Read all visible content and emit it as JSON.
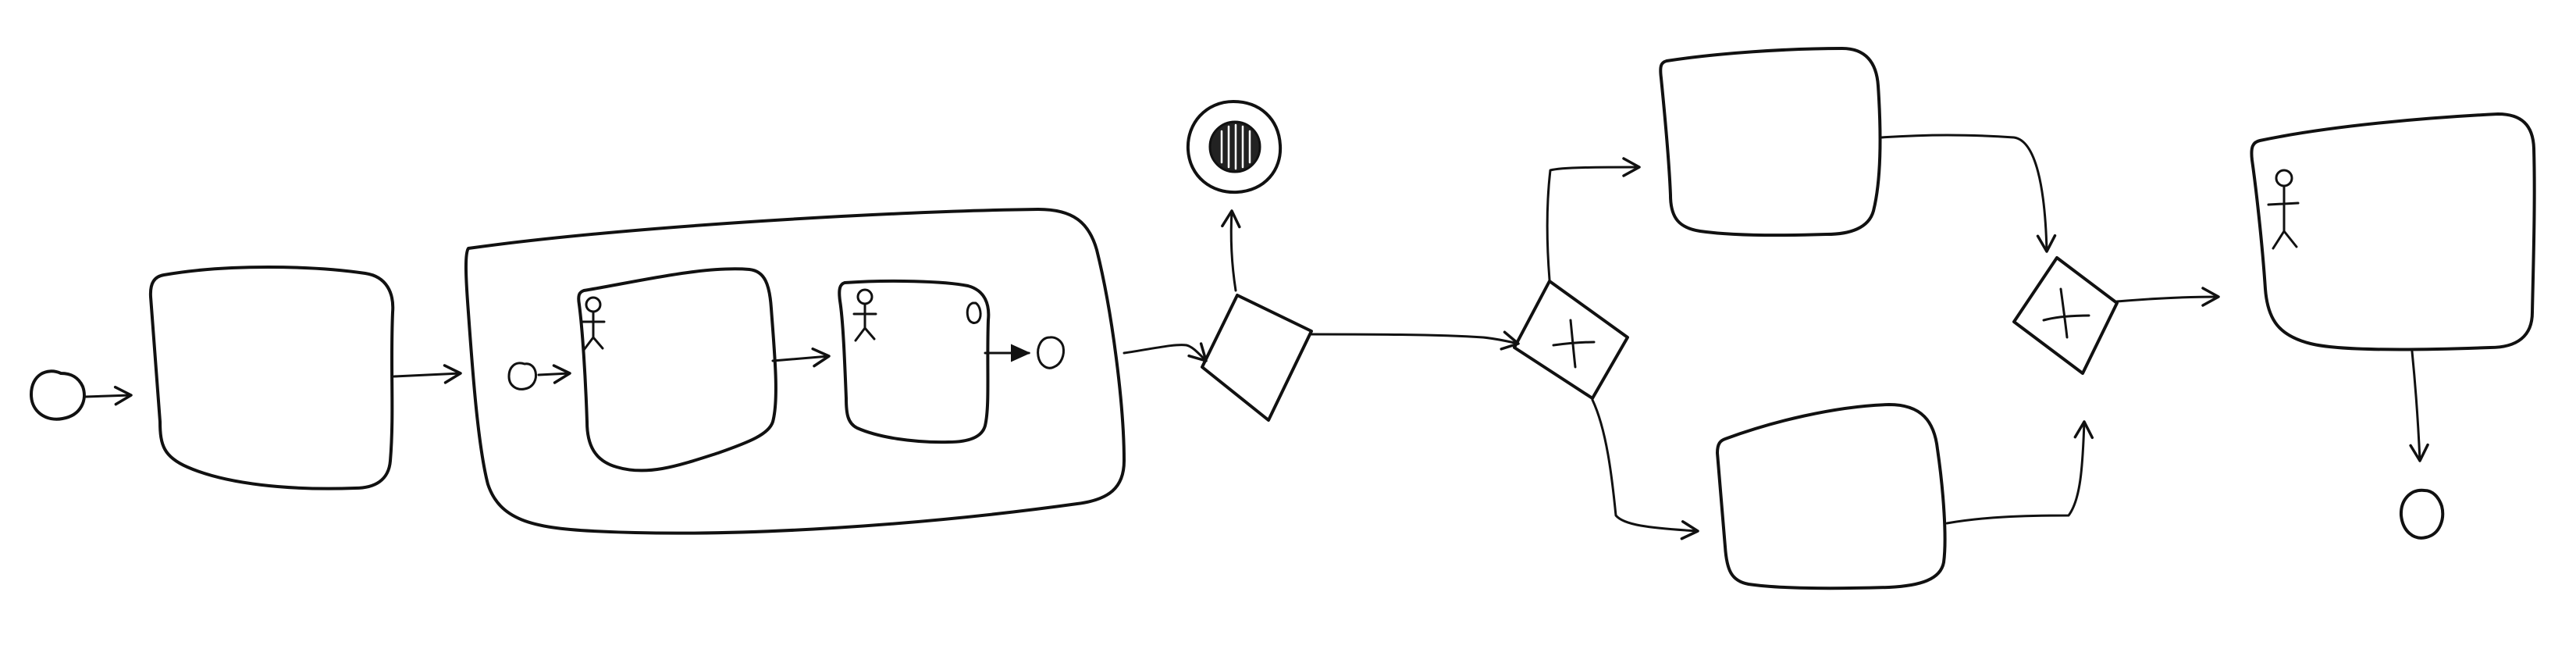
{
  "diagram": {
    "kind": "hand-drawn process flow (BPMN-style sketch)",
    "ink_color": "#111111",
    "background_color": "#ffffff",
    "nodes": [
      {
        "id": "start-event-1",
        "type": "start-event"
      },
      {
        "id": "task-1",
        "type": "task"
      },
      {
        "id": "subprocess",
        "type": "subprocess",
        "children": [
          "sub-start-event",
          "user-task-1",
          "user-task-2",
          "sub-end-event"
        ]
      },
      {
        "id": "user-task-1",
        "type": "user-task",
        "icon": "person-icon"
      },
      {
        "id": "user-task-2",
        "type": "user-task",
        "icon": "person-icon"
      },
      {
        "id": "exclusive-gateway",
        "type": "gateway"
      },
      {
        "id": "terminate-end-event",
        "type": "end-event"
      },
      {
        "id": "parallel-gateway-split",
        "type": "parallel-gateway",
        "marker": "+"
      },
      {
        "id": "task-upper-branch",
        "type": "task"
      },
      {
        "id": "task-lower-branch",
        "type": "task"
      },
      {
        "id": "parallel-gateway-join",
        "type": "parallel-gateway",
        "marker": "+"
      },
      {
        "id": "user-task-3",
        "type": "user-task",
        "icon": "person-icon"
      },
      {
        "id": "end-event",
        "type": "end-event"
      }
    ],
    "edges": [
      [
        "start-event-1",
        "task-1"
      ],
      [
        "task-1",
        "subprocess"
      ],
      [
        "sub-start-event",
        "user-task-1"
      ],
      [
        "user-task-1",
        "user-task-2"
      ],
      [
        "user-task-2",
        "sub-end-event"
      ],
      [
        "subprocess",
        "exclusive-gateway"
      ],
      [
        "exclusive-gateway",
        "terminate-end-event"
      ],
      [
        "exclusive-gateway",
        "parallel-gateway-split"
      ],
      [
        "parallel-gateway-split",
        "task-upper-branch"
      ],
      [
        "parallel-gateway-split",
        "task-lower-branch"
      ],
      [
        "task-upper-branch",
        "parallel-gateway-join"
      ],
      [
        "task-lower-branch",
        "parallel-gateway-join"
      ],
      [
        "parallel-gateway-join",
        "user-task-3"
      ],
      [
        "user-task-3",
        "end-event"
      ]
    ]
  }
}
